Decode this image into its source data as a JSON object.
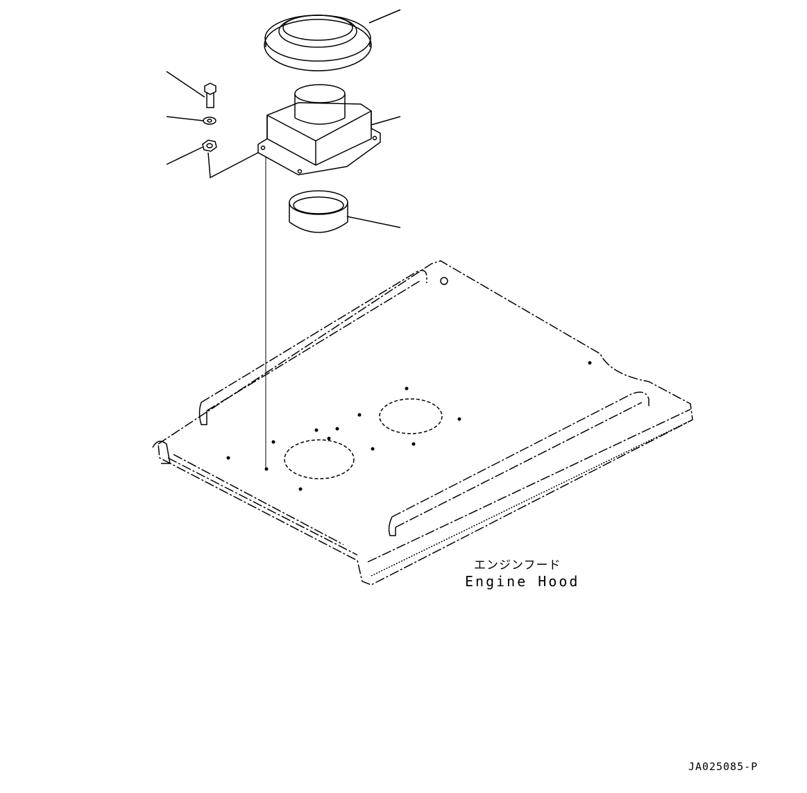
{
  "diagram": {
    "label_japanese": "エンジンフード",
    "label_english": "Engine Hood",
    "drawing_code": "JA025085-P",
    "line_color": "#000000",
    "background": "#ffffff"
  }
}
